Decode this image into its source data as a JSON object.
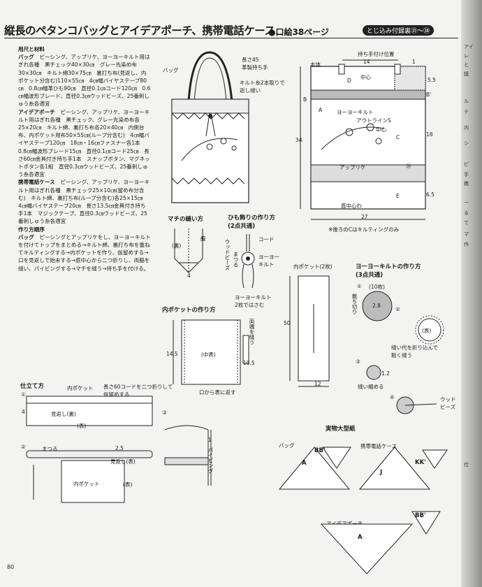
{
  "header": {
    "title": "縦長のペタンコバッグとアイデアポーチ、携帯電話ケース",
    "dots": "………………",
    "ref": "●口絵38ページ",
    "badge": "とじ込み付録裏㉛〜㉞"
  },
  "materials": {
    "heading": "用尺と材料",
    "bag_label": "バッグ",
    "bag_text": "ピーシング、アップリケ、ヨーヨーキルト用はぎれ各種　黒チェック40×30㎝　グレー先染め布30×30㎝　キルト綿30×75㎝　裏打ち布(見返し、内ポケット分含む)110×55㎝　4㎝幅バイヤステープ80㎝　0.8㎝幅革ひも90㎝　直径0.1㎝コード120㎝　0.6㎝幅波形ブレード、直径0.3㎝ウッドビーズ、25番刺しゅう糸各適宜",
    "pouch_label": "アイデアポーチ",
    "pouch_text": "ピーシング、アップリケ、ヨーヨーキルト用はぎれ各種　黒チェック、グレー先染め布各25×20㎝　キルト綿、裏打ち布各20×40㎝　内側台布、内ポケット用布50×55㎝(ループ分含む)　4㎝幅バイヤステープ120㎝　18㎝・16㎝ファスナー各1本　0.8㎝幅波形ブレード15㎝　直径0.1㎝コード25㎝　長さ60㎝金具付き持ち手1本　スナップボタン、マグネットボタン各1組　直径0.3㎝ウッドビーズ、25番刺しゅう糸各適宜",
    "phone_label": "携帯電話ケース",
    "phone_text": "ピーシング、アップリケ、ヨーヨーキルト用はぎれ各種　黒チェック25×10㎝(留め布分含む)　キルト綿、裏打ち布(ループ分含む)各25×15㎝　4㎝幅バイヤステープ20㎝　長さ13.5㎝金具付き持ち手1本　マジックテープ、直径0.3㎝ウッドビーズ、25番刺しゅう糸各適宜",
    "method_heading": "作り方順序",
    "method_label": "バッグ",
    "method_text": "ピーシングとアップリケをし、ヨーヨーキルトを付けてトップをまとめる→キルト綿、裏打ち布を重ねてキルティングする→内ポケットを作り、仮留めする→口を見返しで始末する→底中心から二つ折りし、両脇を縫い、パイピングする→マチを縫う→持ち手を付ける。"
  },
  "bag_figure": {
    "label": "バッグ",
    "handle_note": "長さ45\n革製持ち手",
    "cord_note": "キルト糸2本取りで\n返し縫い"
  },
  "diagram": {
    "handle_pos": "持ち手付け位置",
    "honmi": "本体",
    "center": "中心",
    "yoyo": "ヨーヨーキルト",
    "outline": "アウトラインS",
    "applique": "アップリケ",
    "bottom_center": "底中心わ",
    "note": "※後ろのCはキルティングのみ",
    "dim_14": "14",
    "dim_1": "1",
    "dim_55": "5.5",
    "dim_34": "34",
    "dim_18": "18",
    "dim_65": "6.5",
    "dim_27": "27",
    "circle31": "㉛",
    "letters": {
      "a": "A",
      "b": "B",
      "bp": "B'",
      "c": "C",
      "d": "D",
      "e": "E"
    }
  },
  "gusset": {
    "title": "マチの縫い方",
    "ura": "(裏)",
    "waki": "脇",
    "dim": "4"
  },
  "himo": {
    "title": "ひも飾りの作り方\n(2点共通)",
    "cord": "コード",
    "bead": "ウッドビーズ",
    "matsuru": "まつる",
    "yoyo": "ヨーヨーキルト",
    "note": "ヨーヨーキルト\n2枚ではさむ"
  },
  "inner_pocket_make": {
    "title": "内ポケットの作り方",
    "naka": "(中表)",
    "seam": "両端を縫う",
    "dim_145": "14.5",
    "dim_105": "10.5",
    "note": "口から表に返す"
  },
  "inner_pocket_piece": {
    "title": "内ポケット(2枚)",
    "dim_50": "50",
    "dim_12": "12"
  },
  "yoyo_make": {
    "title": "ヨーヨーキルトの作り方\n(3点共通)",
    "s1": "①",
    "count": "(10枚)",
    "cut": "裁ち切り",
    "dim_28": "2.8",
    "s2": "②",
    "omote": "(表)",
    "fold_note": "縫い代を折り込んで\n粗く縫う",
    "s3": "③",
    "dim_12": "1.2",
    "shrink": "縫い縮める",
    "s4": "④",
    "bead": "ウッドビーズ"
  },
  "patterns": {
    "title": "実物大型紙",
    "bag": "バッグ",
    "phone": "携帯電話ケース",
    "pouch": "アイデアポーチ",
    "a": "A",
    "bbp": "BB'",
    "j": "J",
    "kkp": "KK'",
    "a2": "A",
    "bbp2": "BB'"
  },
  "finish": {
    "title": "仕立て方",
    "s1": "①",
    "inner_pocket": "内ポケット",
    "loop_note": "長さ60コードを二つ折りして\n仮留めする",
    "dim_4": "4",
    "facing": "見返し(裏)",
    "omote": "(表)",
    "s2": "②",
    "matsuru": "まつる",
    "dim_25": "2.5",
    "facing_omote": "見返し(表)",
    "inner_pocket2": "内ポケット",
    "omote2": "(表)",
    "s3": "③",
    "piping_dim": "1",
    "piping": "パイピング"
  },
  "page_number": "80",
  "right_strip": [
    "アイ",
    "レ",
    "と",
    "縫",
    "ル",
    "テ",
    "内",
    "シ",
    "ビ",
    "手",
    "携",
    "ー",
    "る",
    "て",
    "マ",
    "作",
    "仕"
  ]
}
